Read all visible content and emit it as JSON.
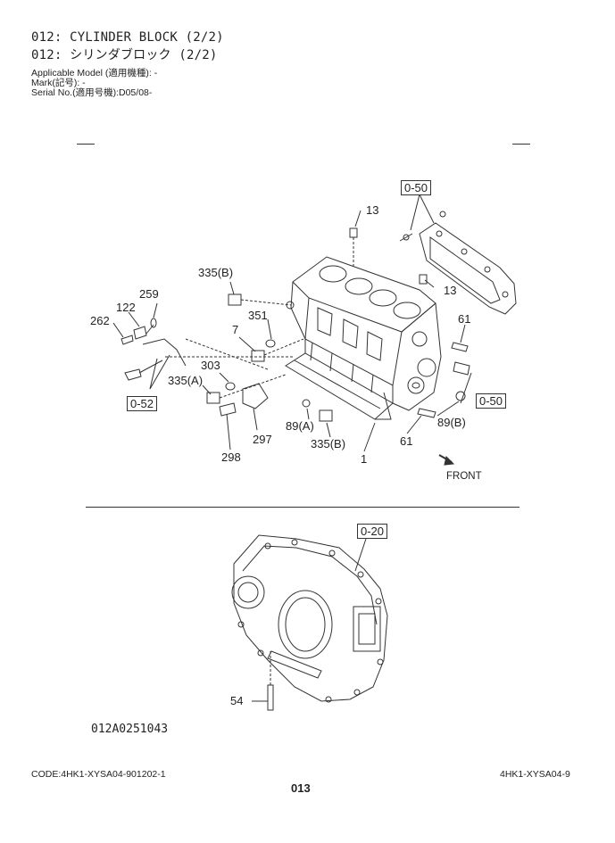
{
  "header": {
    "title_en": "012: CYLINDER BLOCK (2/2)",
    "title_jp": "012: シリンダブロック (2/2)",
    "applicable_model": "Applicable Model (適用機種): -",
    "mark": "Mark(記号): -",
    "serial_no": "Serial No.(適用号機):D05/08-"
  },
  "diagram_upper": {
    "refs": {
      "r050_top": "0-50",
      "r050_right": "0-50",
      "r052": "0-52"
    },
    "labels": {
      "p13a": "13",
      "p13b": "13",
      "p335b_top": "335(B)",
      "p259": "259",
      "p122": "122",
      "p262": "262",
      "p351": "351",
      "p7": "7",
      "p61a": "61",
      "p303": "303",
      "p335a": "335(A)",
      "p89b": "89(B)",
      "p89a": "89(A)",
      "p297": "297",
      "p335b_bot": "335(B)",
      "p61b": "61",
      "p298": "298",
      "p1": "1"
    },
    "front_label": "FRONT"
  },
  "diagram_lower": {
    "refs": {
      "r020": "0-20"
    },
    "labels": {
      "p54": "54"
    },
    "figure_code": "012A0251043"
  },
  "footer": {
    "code": "CODE:4HK1-XYSA04-901202-1",
    "model_code": "4HK1-XYSA04-9",
    "page_number": "013"
  }
}
